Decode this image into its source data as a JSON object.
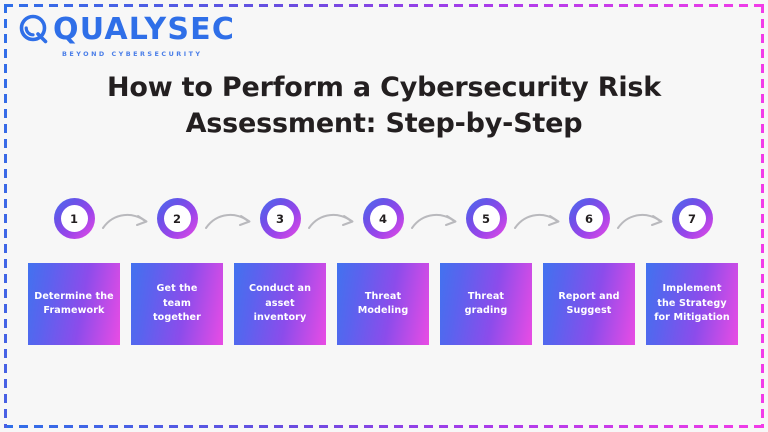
{
  "brand": {
    "name": "QUALYSEC",
    "tagline": "BEYOND CYBERSECURITY",
    "logo_icon": "magnifying-glass-q-icon",
    "color": "#2f6fe8"
  },
  "heading": {
    "text": "How to Perform a Cybersecurity Risk Assessment: Step-by-Step",
    "color": "#231f20"
  },
  "frame": {
    "style": "dashed-gradient",
    "gradient_start": "#2f6fe8",
    "gradient_end": "#f23ce8"
  },
  "colors": {
    "background": "#f7f7f7",
    "box_gradient_start": "#4272ef",
    "box_gradient_end": "#e94ce4",
    "circle_gradient_start": "#4a6ef0",
    "circle_gradient_end": "#e94ce4",
    "arrow": "#b9b9bd",
    "box_text": "#ffffff"
  },
  "steps": [
    {
      "number": "1",
      "label": "Determine the\nFramework"
    },
    {
      "number": "2",
      "label": "Get  the\nteam\ntogether"
    },
    {
      "number": "3",
      "label": "Conduct an\nasset\ninventory"
    },
    {
      "number": "4",
      "label": "Threat\nModeling"
    },
    {
      "number": "5",
      "label": "Threat\ngrading"
    },
    {
      "number": "6",
      "label": "Report and\nSuggest"
    },
    {
      "number": "7",
      "label": "Implement\nthe Strategy\nfor Mitigation"
    }
  ],
  "arrows": {
    "count": 6,
    "icon": "curved-arrow-right-icon"
  }
}
